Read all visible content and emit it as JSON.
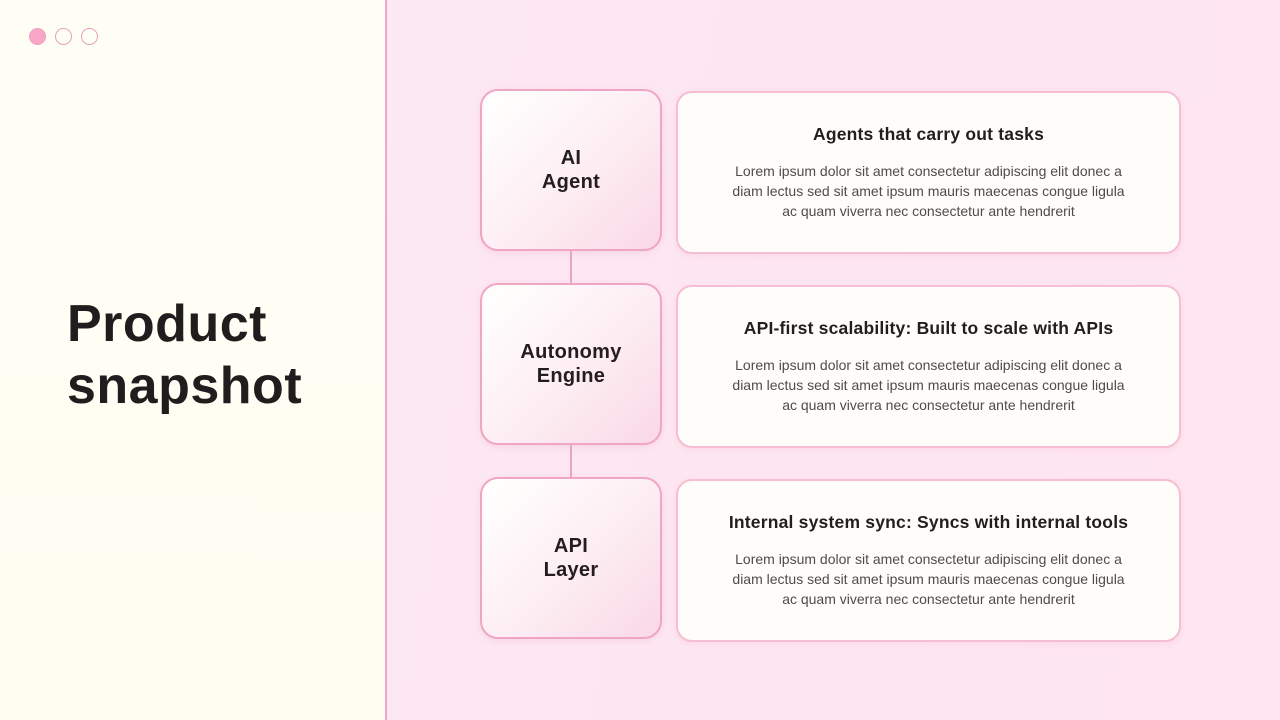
{
  "slide": {
    "title": "Product snapshot"
  },
  "window_dots": [
    {
      "style": "filled"
    },
    {
      "style": "outline"
    },
    {
      "style": "outline"
    }
  ],
  "colors": {
    "left_panel_bg": "#FFFDF2",
    "right_panel_bg": "#FDE7F1",
    "accent_pink": "#F8A7C7",
    "node_border_pink": "#F0A5C2",
    "card_border_pink": "#F5BED4",
    "card_bg": "#FFFDFA",
    "divider_pink": "#ECA9C4",
    "text_dark": "#211C1D",
    "text_gray": "#4F4B4C"
  },
  "rows": [
    {
      "node": {
        "line1": "AI",
        "line2": "Agent"
      },
      "card": {
        "title": "Agents that carry out tasks",
        "body_lines": [
          "Lorem ipsum dolor sit amet consectetur adipiscing elit donec a",
          "diam lectus sed sit amet ipsum mauris maecenas congue ligula",
          "ac quam viverra nec consectetur ante hendrerit"
        ]
      }
    },
    {
      "node": {
        "line1": "Autonomy",
        "line2": "Engine"
      },
      "card": {
        "title": "API-first scalability: Built to scale with APIs",
        "body_lines": [
          "Lorem ipsum dolor sit amet consectetur adipiscing elit donec a",
          "diam lectus sed sit amet ipsum mauris maecenas congue ligula",
          "ac quam viverra nec consectetur ante hendrerit"
        ]
      }
    },
    {
      "node": {
        "line1": "API",
        "line2": "Layer"
      },
      "card": {
        "title": "Internal system sync: Syncs with internal tools",
        "body_lines": [
          "Lorem ipsum dolor sit amet consectetur adipiscing elit donec a",
          "diam lectus sed sit amet ipsum mauris maecenas congue ligula",
          "ac quam viverra nec consectetur ante hendrerit"
        ]
      }
    }
  ]
}
